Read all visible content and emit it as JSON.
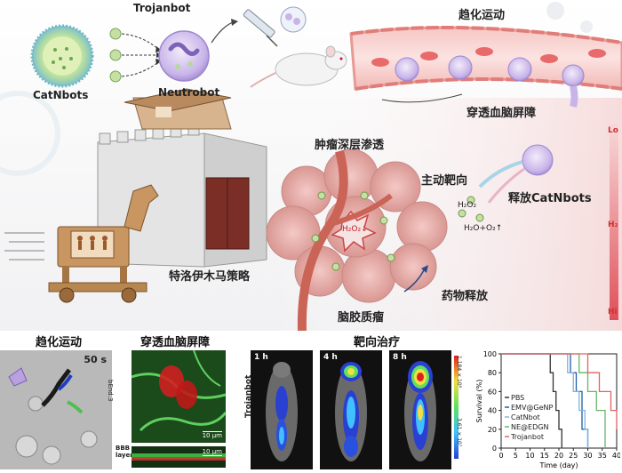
{
  "top": {
    "labels": {
      "trojanbot": "Trojanbot",
      "catnbots": "CatNbots",
      "neutrobot": "Neutrobot",
      "chemotaxis_top": "趋化运动",
      "cross_bbb": "穿透血脑屏障",
      "deep_penetration": "肿瘤深层渗透",
      "active_targeting": "主动靶向",
      "release_catnbots": "释放CatNbots",
      "h2o2_small": "H₂O₂",
      "reaction_products": "H₂O+O₂↑",
      "h2o2_tumor": "H₂O₂↓",
      "trojan_strategy": "特洛伊木马策略",
      "drug_release": "药物释放",
      "glioma": "脑胶质瘤",
      "scale_low": "Lo",
      "scale_mid": "H₂",
      "scale_high": "Hi"
    }
  },
  "bottom": {
    "chemotaxis": {
      "title": "趋化运动",
      "time": "50 s"
    },
    "bbb": {
      "title": "穿透血脑屏障",
      "cell_label": "bEnd.3",
      "layer_label": "BBB layer",
      "scale1": "10 μm",
      "scale2": "10 μm"
    },
    "targeted": {
      "title": "靶向治疗",
      "row_label": "Trojanbot",
      "times": [
        "1 h",
        "4 h",
        "8 h"
      ],
      "colorbar_max": "1.184 × 10⁸",
      "colorbar_min": "3.61 × 10⁷"
    }
  },
  "chart_data": {
    "type": "line",
    "subtype": "kaplan-meier",
    "xlabel": "Time (day)",
    "ylabel": "Survival (%)",
    "xlim": [
      0,
      40
    ],
    "ylim": [
      0,
      100
    ],
    "xticks": [
      0,
      5,
      10,
      15,
      20,
      25,
      30,
      35,
      40
    ],
    "yticks": [
      0,
      20,
      40,
      60,
      80,
      100
    ],
    "series": [
      {
        "name": "PBS",
        "color": "#333333",
        "x": [
          0,
          16,
          17,
          18,
          19,
          20,
          21
        ],
        "y": [
          100,
          100,
          80,
          60,
          40,
          20,
          0
        ]
      },
      {
        "name": "EMV@GeNP",
        "color": "#1f5fa8",
        "x": [
          0,
          22,
          24,
          26,
          28,
          30
        ],
        "y": [
          100,
          100,
          80,
          60,
          20,
          0
        ]
      },
      {
        "name": "CatNbot",
        "color": "#7fb3e0",
        "x": [
          0,
          21,
          23,
          25,
          27,
          29,
          30
        ],
        "y": [
          100,
          100,
          80,
          60,
          40,
          20,
          0
        ]
      },
      {
        "name": "NE@EDGN",
        "color": "#67b56a",
        "x": [
          0,
          24,
          27,
          30,
          33,
          36
        ],
        "y": [
          100,
          100,
          80,
          60,
          40,
          0
        ]
      },
      {
        "name": "Trojanbot",
        "color": "#e06464",
        "x": [
          0,
          27,
          30,
          34,
          38,
          40
        ],
        "y": [
          100,
          100,
          80,
          60,
          40,
          20
        ]
      }
    ]
  }
}
